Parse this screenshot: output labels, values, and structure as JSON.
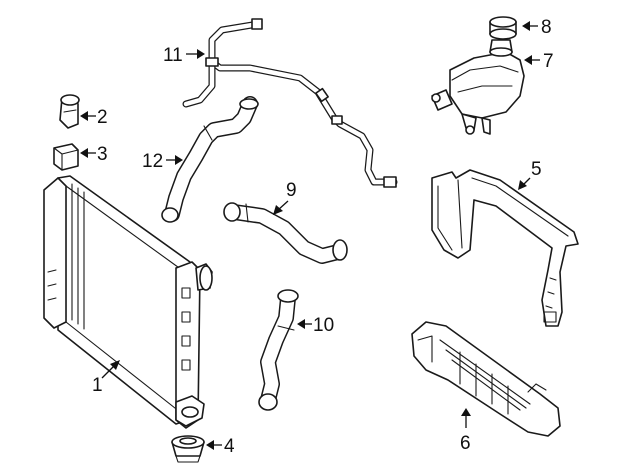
{
  "callouts": {
    "radiator": "1",
    "bracket_clip": "2",
    "mount_bushing": "3",
    "drain_plug": "4",
    "upper_shroud": "5",
    "lower_shroud": "6",
    "expansion_tank": "7",
    "tank_cap": "8",
    "lower_hose": "9",
    "outlet_hose": "10",
    "vent_line": "11",
    "upper_hose": "12"
  }
}
